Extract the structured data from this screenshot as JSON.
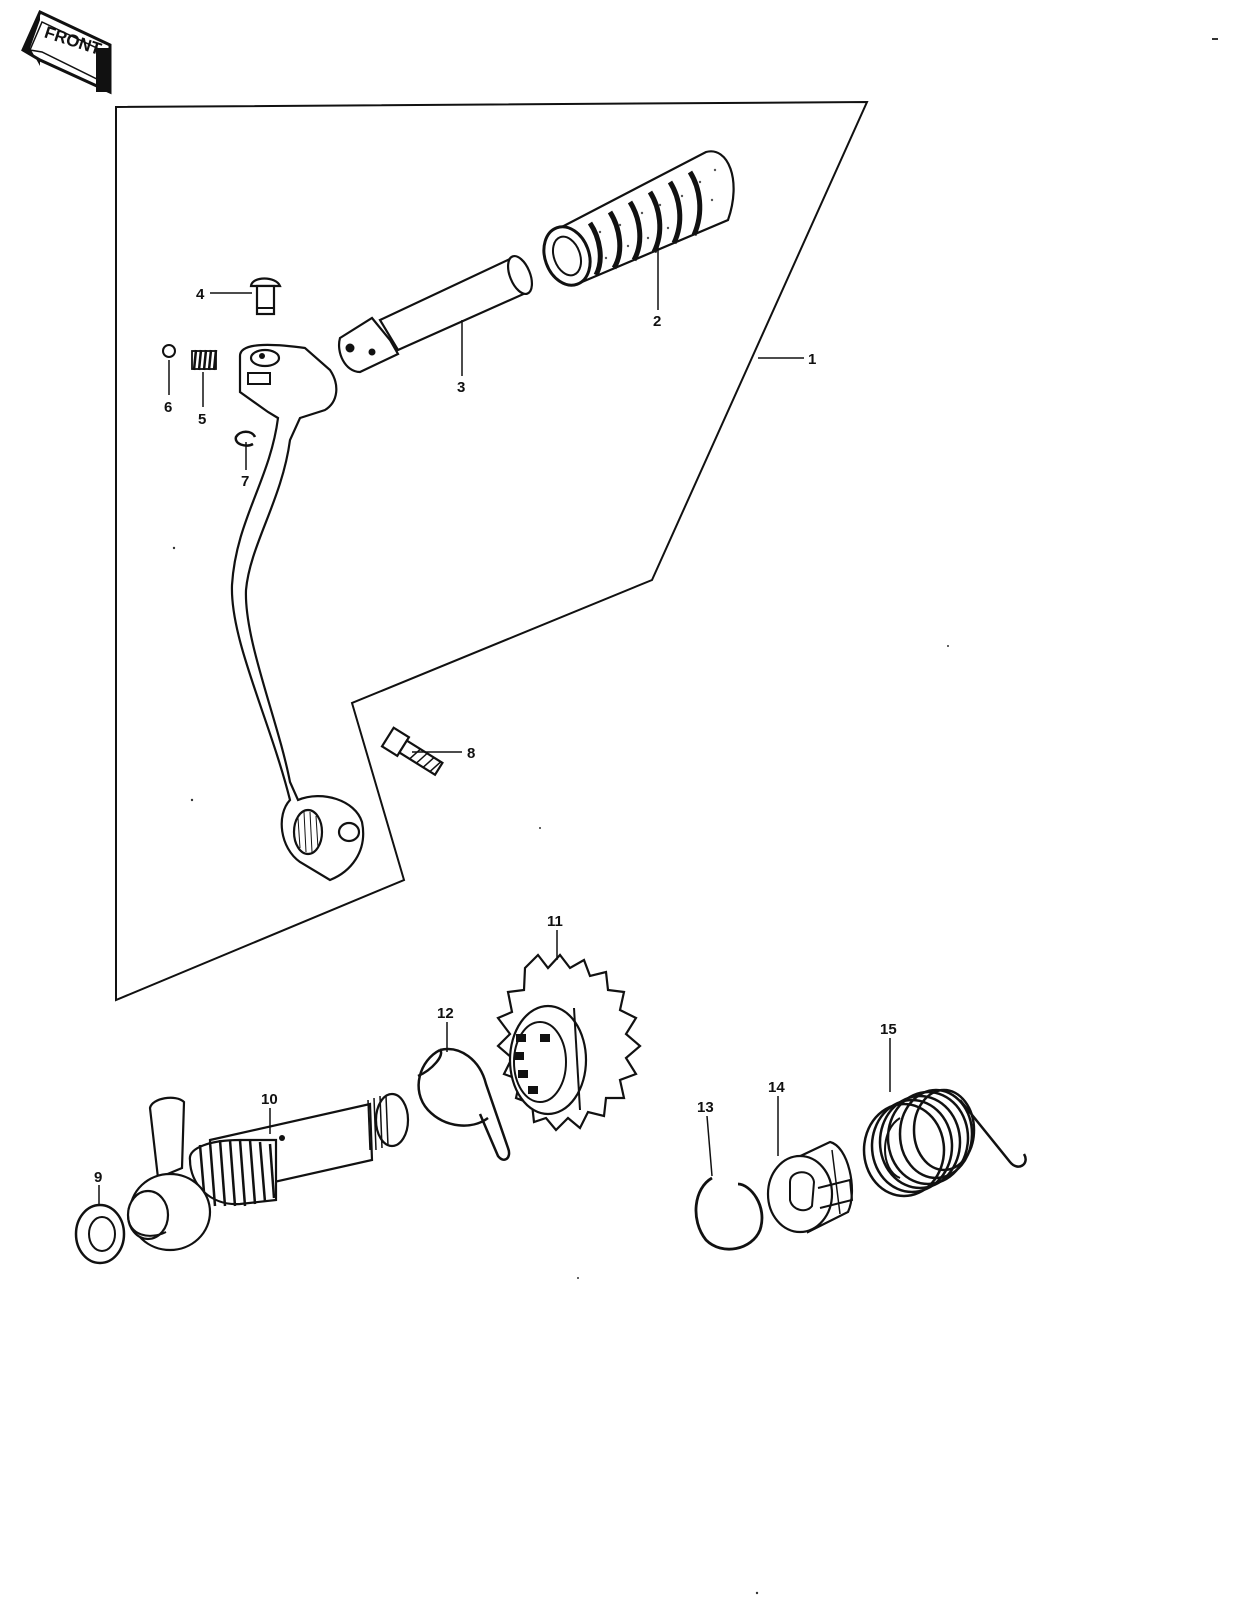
{
  "badge": {
    "front_label": "FRONT"
  },
  "callouts": [
    {
      "number": "1",
      "part": "kick-pedal-assembly"
    },
    {
      "number": "2",
      "part": "kick-pedal-rubber"
    },
    {
      "number": "3",
      "part": "kick-pedal-shaft"
    },
    {
      "number": "4",
      "part": "pin"
    },
    {
      "number": "5",
      "part": "spring"
    },
    {
      "number": "6",
      "part": "steel-ball"
    },
    {
      "number": "7",
      "part": "circlip"
    },
    {
      "number": "8",
      "part": "bolt"
    },
    {
      "number": "9",
      "part": "washer"
    },
    {
      "number": "10",
      "part": "kick-shaft"
    },
    {
      "number": "11",
      "part": "kick-gear"
    },
    {
      "number": "12",
      "part": "kick-ratchet-spring"
    },
    {
      "number": "13",
      "part": "circlip"
    },
    {
      "number": "14",
      "part": "spring-guide"
    },
    {
      "number": "15",
      "part": "kick-return-spring"
    }
  ],
  "colors": {
    "ink": "#111111",
    "paper": "#ffffff"
  }
}
